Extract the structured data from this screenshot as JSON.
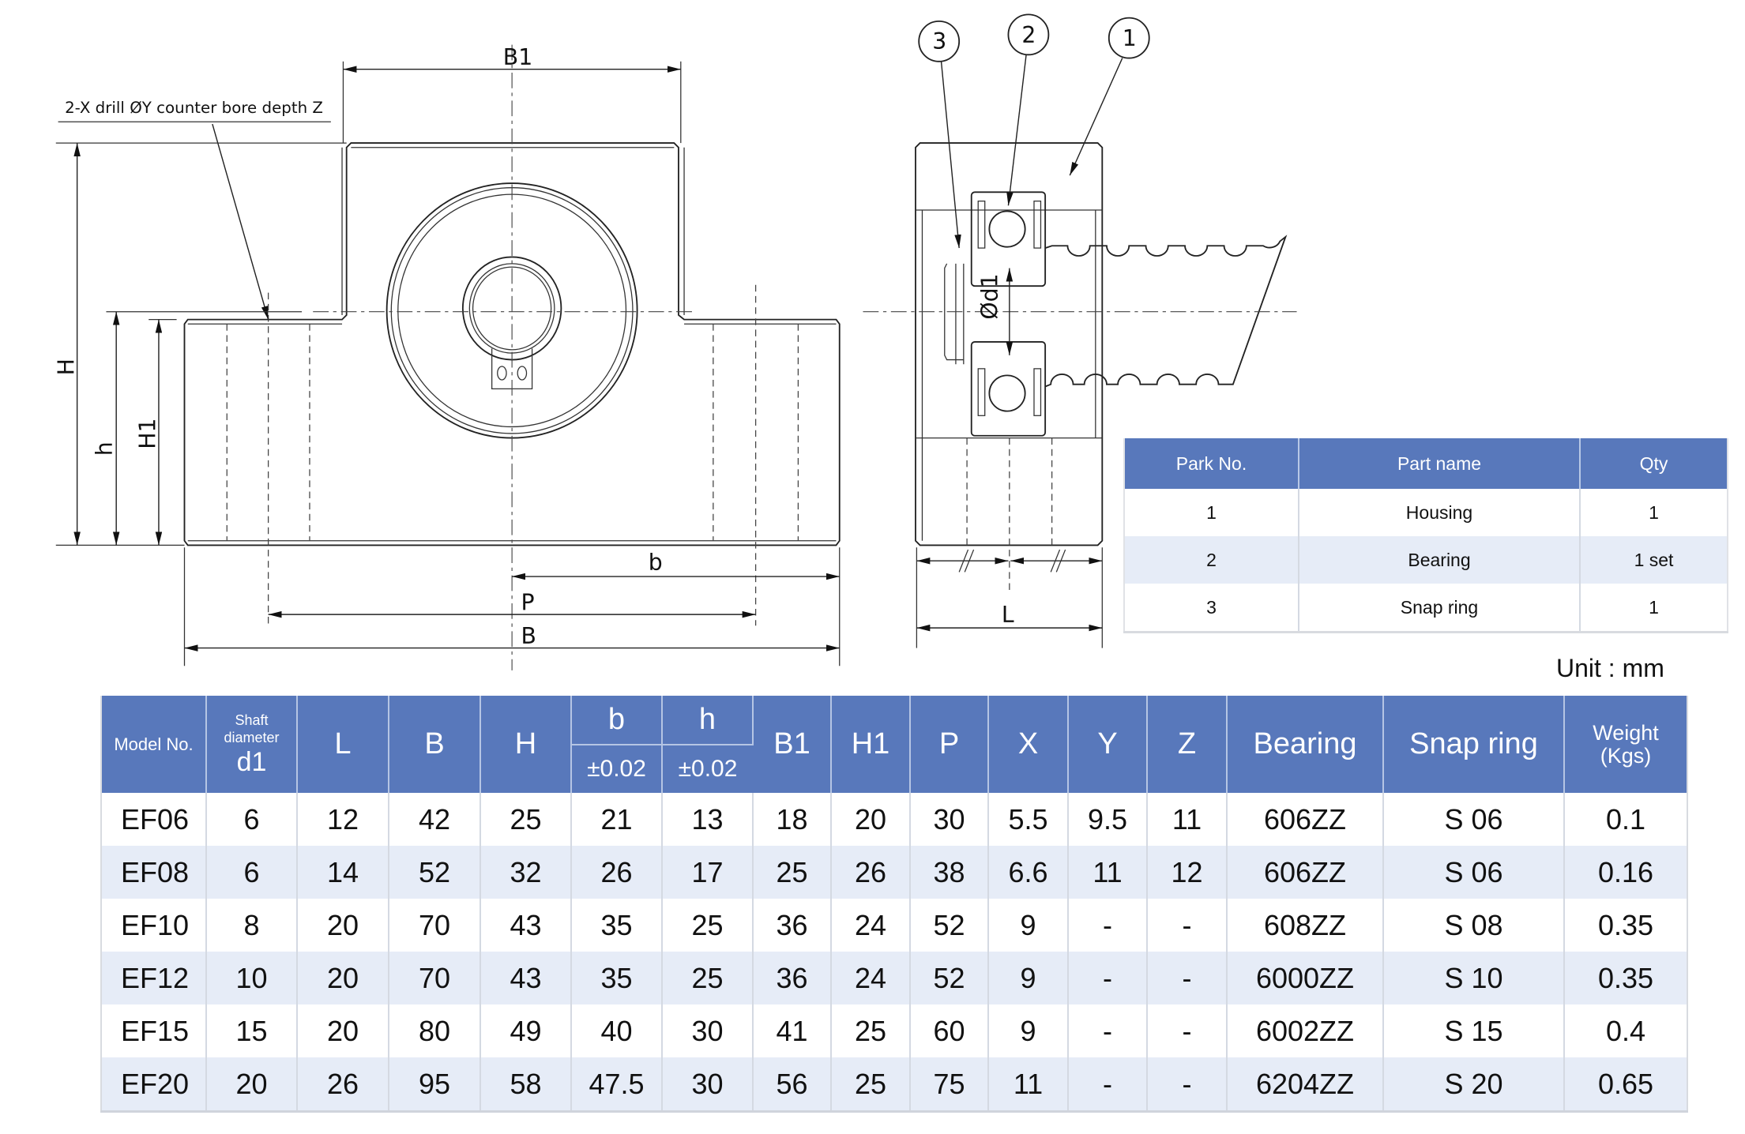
{
  "drawing": {
    "front_view": {
      "note": "2-X drill ØY counter bore depth Z",
      "dims": {
        "B1": "B1",
        "H": "H",
        "h": "h",
        "H1": "H1",
        "b": "b",
        "P": "P",
        "B": "B"
      }
    },
    "side_view": {
      "balloons": [
        "3",
        "2",
        "1"
      ],
      "dims": {
        "d1": "Ød1",
        "L": "L"
      }
    }
  },
  "parts_table": {
    "headers": [
      "Park No.",
      "Part name",
      "Qty"
    ],
    "rows": [
      {
        "no": "1",
        "name": "Housing",
        "qty": "1"
      },
      {
        "no": "2",
        "name": "Bearing",
        "qty": "1 set"
      },
      {
        "no": "3",
        "name": "Snap ring",
        "qty": "1"
      }
    ]
  },
  "unit_label": "Unit : mm",
  "spec_table": {
    "headers": {
      "model": "Model No.",
      "shaft_line1": "Shaft",
      "shaft_line2": "diameter",
      "shaft_d1": "d1",
      "L": "L",
      "B": "B",
      "H": "H",
      "b": "b",
      "h": "h",
      "b_tol": "±0.02",
      "h_tol": "±0.02",
      "B1": "B1",
      "H1": "H1",
      "P": "P",
      "X": "X",
      "Y": "Y",
      "Z": "Z",
      "bearing": "Bearing",
      "snap_ring": "Snap ring",
      "weight_line1": "Weight",
      "weight_line2": "(Kgs)"
    },
    "rows": [
      [
        "EF06",
        "6",
        "12",
        "42",
        "25",
        "21",
        "13",
        "18",
        "20",
        "30",
        "5.5",
        "9.5",
        "11",
        "606ZZ",
        "S 06",
        "0.1"
      ],
      [
        "EF08",
        "6",
        "14",
        "52",
        "32",
        "26",
        "17",
        "25",
        "26",
        "38",
        "6.6",
        "11",
        "12",
        "606ZZ",
        "S 06",
        "0.16"
      ],
      [
        "EF10",
        "8",
        "20",
        "70",
        "43",
        "35",
        "25",
        "36",
        "24",
        "52",
        "9",
        "-",
        "-",
        "608ZZ",
        "S 08",
        "0.35"
      ],
      [
        "EF12",
        "10",
        "20",
        "70",
        "43",
        "35",
        "25",
        "36",
        "24",
        "52",
        "9",
        "-",
        "-",
        "6000ZZ",
        "S 10",
        "0.35"
      ],
      [
        "EF15",
        "15",
        "20",
        "80",
        "49",
        "40",
        "30",
        "41",
        "25",
        "60",
        "9",
        "-",
        "-",
        "6002ZZ",
        "S 15",
        "0.4"
      ],
      [
        "EF20",
        "20",
        "26",
        "95",
        "58",
        "47.5",
        "30",
        "56",
        "25",
        "75",
        "11",
        "-",
        "-",
        "6204ZZ",
        "S 20",
        "0.65"
      ]
    ]
  },
  "colors": {
    "header_bg": "#5878bb",
    "alt_row_bg": "#e6ecf7",
    "line": "#222222"
  }
}
